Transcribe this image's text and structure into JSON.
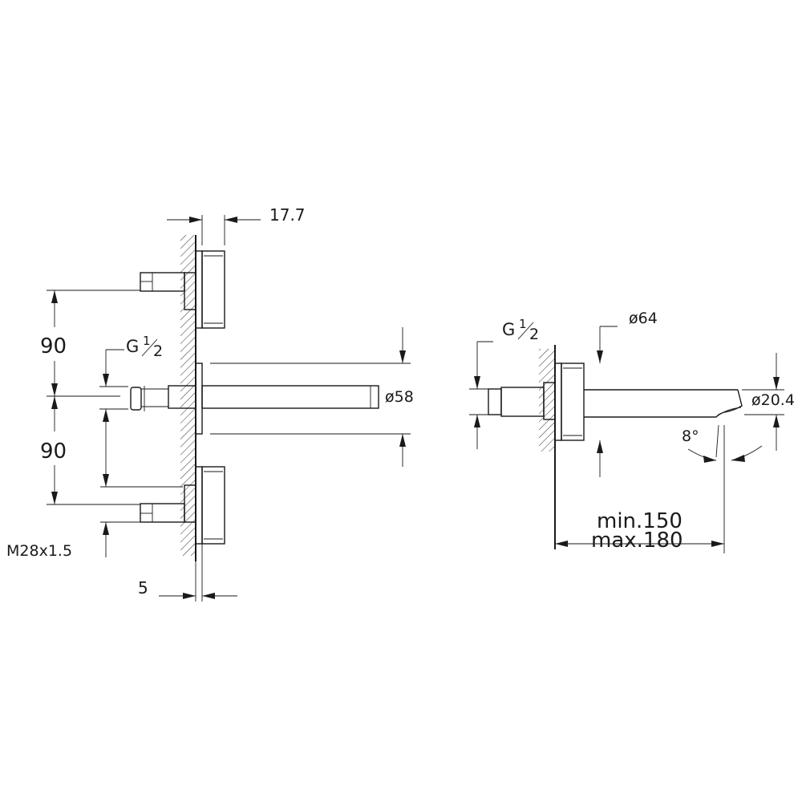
{
  "dimensions": {
    "valve_depth": "17.7",
    "spacing_upper": "90",
    "spacing_lower": "90",
    "thread_left": "G",
    "thread_right": "G",
    "fraction_num": "1",
    "fraction_den": "2",
    "spout_plate_diameter": "ø58",
    "valve_thread": "M28x1.5",
    "wall_offset": "5",
    "rosette_diameter": "ø64",
    "outlet_diameter": "ø20.4",
    "outlet_angle": "8°",
    "projection_min": "min.150",
    "projection_max": "max.180"
  }
}
